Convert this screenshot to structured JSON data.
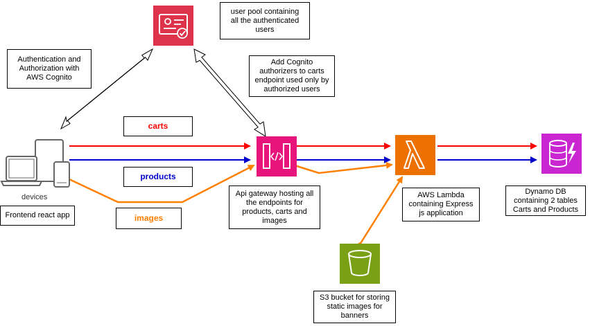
{
  "colors": {
    "carts": "#ff0000",
    "products": "#0000cc",
    "images": "#ff8000",
    "cognito": "#dd344c",
    "apigw": "#e7157b",
    "lambda": "#ed7100",
    "dynamodb": "#c925d1",
    "s3": "#7aa116",
    "devices": "#666666"
  },
  "icons": {
    "cognito": "cognito-user-pool-icon",
    "apigw": "api-gateway-icon",
    "lambda": "lambda-icon",
    "dynamodb": "dynamodb-icon",
    "s3": "s3-bucket-icon",
    "devices": "devices-icon"
  },
  "labels": {
    "auth": "Authentication and\nAuthorization with\nAWS Cognito",
    "userpool": "user pool containing\nall the authenticated\nusers",
    "authorizers": "Add Cognito\nauthorizers to carts\nendpoint used only by\nauthorized users",
    "carts": "carts",
    "products": "products",
    "images": "images",
    "devices": "devices",
    "frontend": "Frontend react app",
    "apigw": "Api gateway hosting all\nthe endpoints for\nproducts, carts and\nimages",
    "lambda": "AWS Lambda\ncontaining Express\njs application",
    "dynamodb": "Dynamo DB\ncontaining 2 tables\nCarts and Products",
    "s3": "S3 bucket for storing\nstatic images for\nbanners"
  }
}
